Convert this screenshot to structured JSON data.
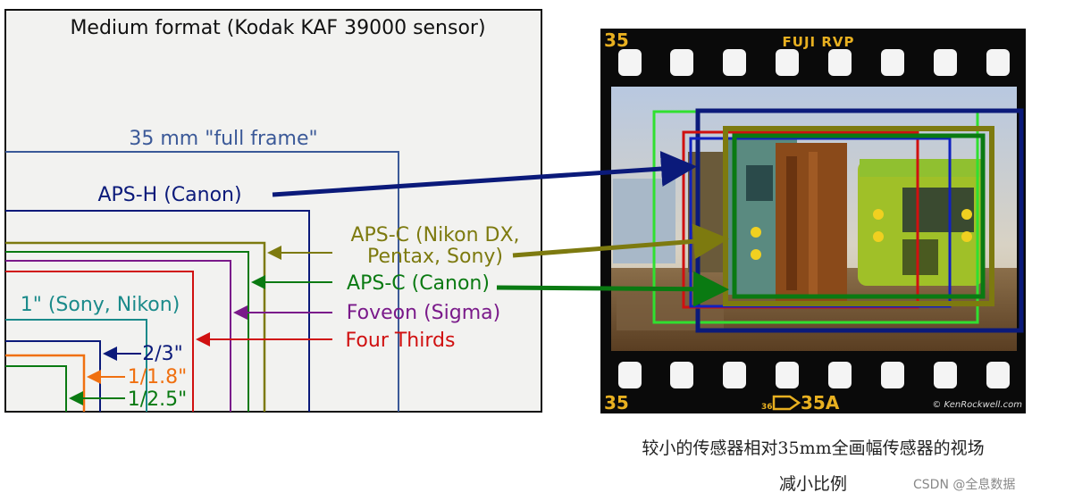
{
  "sensor_diagram": {
    "title": "Medium format (Kodak KAF 39000 sensor)",
    "labels": {
      "full_frame": "35 mm \"full frame\"",
      "aps_h": "APS-H (Canon)",
      "apsc_nikon_line1": "APS-C (Nikon DX,",
      "apsc_nikon_line2": "Pentax, Sony)",
      "apsc_canon": "APS-C (Canon)",
      "one_inch": "1\" (Sony, Nikon)",
      "foveon": "Foveon (Sigma)",
      "four_thirds": "Four Thirds",
      "two_thirds": "2/3\"",
      "one_1_8": "1/1.8\"",
      "one_2_5": "1/2.5\""
    },
    "colors": {
      "full_frame": "#3b5998",
      "aps_h": "#0b1a7a",
      "apsc_nikon": "#7d7a0f",
      "apsc_canon": "#0a7a12",
      "one_inch": "#1a8a8a",
      "foveon": "#7a1a8a",
      "four_thirds": "#d01010",
      "two_thirds": "#0b1a7a",
      "one_1_8": "#f07010",
      "one_2_5": "#0a7a12",
      "background": "#f2f2f0"
    }
  },
  "film_photo": {
    "top_left_number": "35",
    "brand": "FUJI RVP",
    "bottom_left_number": "35",
    "frame_mark_prefix": "36",
    "frame_mark": "35A",
    "credit": "© KenRockwell.com"
  },
  "caption": {
    "line1": "较小的传感器相对35mm全画幅传感器的视场",
    "line2": "减小比例"
  },
  "watermark": "CSDN @全息数据"
}
